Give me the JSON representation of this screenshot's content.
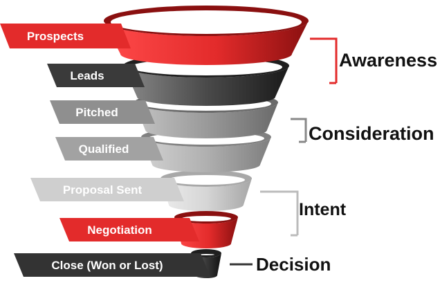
{
  "funnel": {
    "levels": [
      {
        "label": "Prospects",
        "color": "#e32b2b",
        "dark": "#8a1010",
        "tag": "#e32b2b"
      },
      {
        "label": "Leads",
        "color": "#555555",
        "dark": "#1f1f1f",
        "tag": "#3a3a3a"
      },
      {
        "label": "Pitched",
        "color": "#9a9a9a",
        "dark": "#6a6a6a",
        "tag": "#8f8f8f"
      },
      {
        "label": "Qualified",
        "color": "#b0b0b0",
        "dark": "#808080",
        "tag": "#a2a2a2"
      },
      {
        "label": "Proposal Sent",
        "color": "#d6d6d6",
        "dark": "#a8a8a8",
        "tag": "#cfcfcf"
      },
      {
        "label": "Negotiation",
        "color": "#e32b2b",
        "dark": "#8a1010",
        "tag": "#e32b2b"
      },
      {
        "label": "Close (Won or Lost)",
        "color": "#555555",
        "dark": "#1f1f1f",
        "tag": "#333333"
      }
    ],
    "stages": [
      {
        "label": "Awareness",
        "color": "#e32b2b"
      },
      {
        "label": "Consideration",
        "color": "#888888"
      },
      {
        "label": "Intent",
        "color": "#bbbbbb"
      },
      {
        "label": "Decision",
        "color": "#333333"
      }
    ]
  }
}
